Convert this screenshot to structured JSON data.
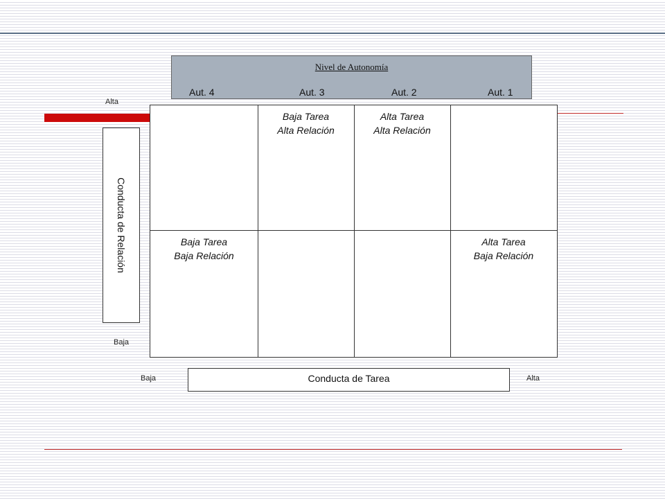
{
  "autonomy": {
    "title": "Nivel de Autonomía",
    "levels": [
      "Aut. 4",
      "Aut. 3",
      "Aut. 2",
      "Aut. 1"
    ]
  },
  "relationship_axis": {
    "label": "Conducta de Relación",
    "high": "Alta",
    "low": "Baja"
  },
  "task_axis": {
    "label": "Conducta de Tarea",
    "low": "Baja",
    "high": "Alta"
  },
  "quadrants": {
    "top_col2": {
      "line1": "Baja Tarea",
      "line2": "Alta Relación"
    },
    "top_col3": {
      "line1": "Alta Tarea",
      "line2": "Alta Relación"
    },
    "bottom_col1": {
      "line1": "Baja Tarea",
      "line2": "Baja Relación"
    },
    "bottom_col4": {
      "line1": "Alta Tarea",
      "line2": "Baja Relación"
    }
  },
  "colors": {
    "header_fill": "#a6b0bc",
    "accent_red": "#cc0a0a",
    "rule_blue": "#5a6e86"
  }
}
